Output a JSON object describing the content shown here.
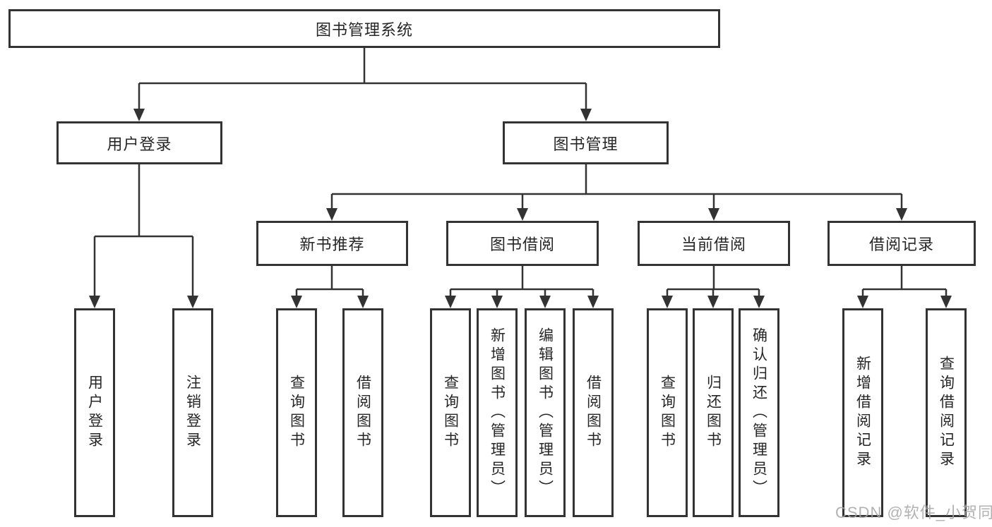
{
  "diagram": {
    "watermark": "CSDN @软件_小贺同学",
    "nodes": {
      "root": {
        "label": "图书管理系统"
      },
      "user_login": {
        "label": "用户登录"
      },
      "book_mgmt": {
        "label": "图书管理"
      },
      "new_book_rec": {
        "label": "新书推荐"
      },
      "book_borrow": {
        "label": "图书借阅"
      },
      "current_borrow": {
        "label": "当前借阅"
      },
      "borrow_records": {
        "label": "借阅记录"
      },
      "leaf_user_login": {
        "label": "用户登录"
      },
      "leaf_logout": {
        "label": "注销登录"
      },
      "rec_query_books": {
        "label": "查询图书"
      },
      "rec_borrow_books": {
        "label": "借阅图书"
      },
      "bb_query_books": {
        "label": "查询图书"
      },
      "bb_add_books": {
        "label": "新增图书（管理员）"
      },
      "bb_edit_books": {
        "label": "编辑图书（管理员）"
      },
      "bb_borrow_books": {
        "label": "借阅图书"
      },
      "cb_query_books": {
        "label": "查询图书"
      },
      "cb_return_books": {
        "label": "归还图书"
      },
      "cb_confirm_return": {
        "label": "确认归还（管理员）"
      },
      "br_add_record": {
        "label": "新增借阅记录"
      },
      "br_query_record": {
        "label": "查询借阅记录"
      }
    },
    "colors": {
      "line": "#333333",
      "text": "#262626",
      "watermark": "#a5a5a5",
      "background": "#ffffff"
    }
  }
}
